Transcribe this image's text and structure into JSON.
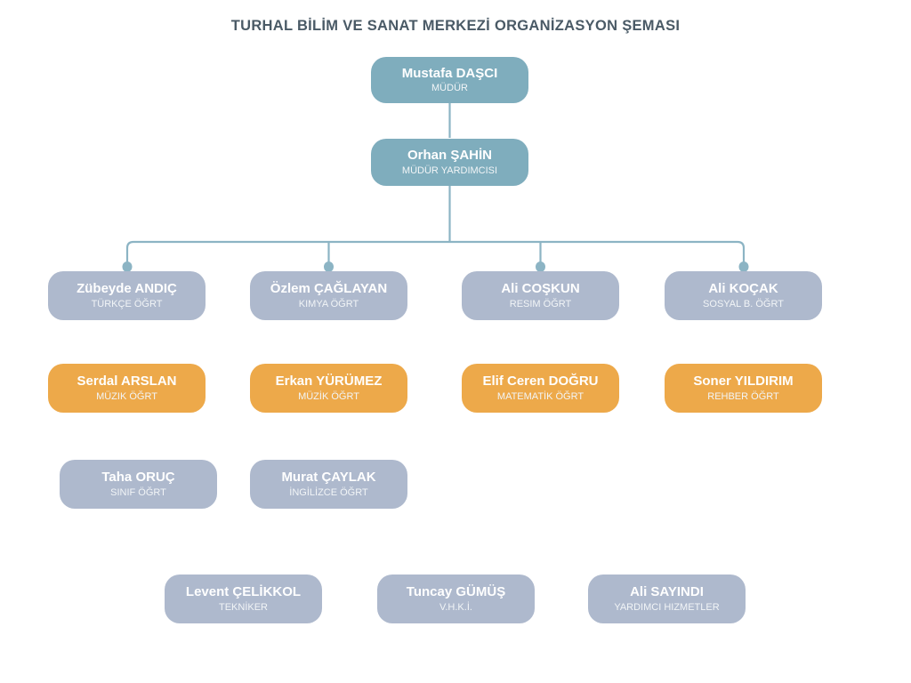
{
  "header": {
    "title": "TURHAL BİLİM VE SANAT MERKEZİ ORGANİZASYON ŞEMASI"
  },
  "colors": {
    "title": "#4a5a66",
    "teal": "#7fadbd",
    "gray_blue": "#aeb9cd",
    "orange": "#eda94a",
    "connector": "#8cb4c4",
    "text": "#ffffff"
  },
  "chart_data": {
    "type": "diagram",
    "title": "TURHAL BİLİM VE SANAT MERKEZİ ORGANİZASYON ŞEMASI",
    "levels": [
      {
        "level": 0,
        "color": "teal",
        "nodes": [
          {
            "name": "Mustafa DAŞCI",
            "role": "MÜDÜR"
          }
        ]
      },
      {
        "level": 1,
        "color": "teal",
        "nodes": [
          {
            "name": "Orhan ŞAHİN",
            "role": "MÜDÜR YARDIMCISI"
          }
        ]
      },
      {
        "level": 2,
        "color": "gray_blue",
        "nodes": [
          {
            "name": "Zübeyde ANDIÇ",
            "role": "TÜRKÇE ÖĞRT"
          },
          {
            "name": "Özlem ÇAĞLAYAN",
            "role": "KIMYA ÖĞRT"
          },
          {
            "name": "Ali COŞKUN",
            "role": "RESIM ÖĞRT"
          },
          {
            "name": "Ali KOÇAK",
            "role": "SOSYAL B. ÖĞRT"
          }
        ]
      },
      {
        "level": 3,
        "color": "orange",
        "nodes": [
          {
            "name": "Serdal ARSLAN",
            "role": "MÜZIK ÖĞRT"
          },
          {
            "name": "Erkan YÜRÜMEZ",
            "role": "MÜZİK ÖĞRT"
          },
          {
            "name": "Elif Ceren DOĞRU",
            "role": "MATEMATİK ÖĞRT"
          },
          {
            "name": "Soner YILDIRIM",
            "role": "REHBER ÖĞRT"
          }
        ]
      },
      {
        "level": 4,
        "color": "gray_blue",
        "nodes": [
          {
            "name": "Taha ORUÇ",
            "role": "SINIF ÖĞRT"
          },
          {
            "name": "Murat ÇAYLAK",
            "role": "İNGİLİZCE ÖĞRT"
          }
        ]
      },
      {
        "level": 5,
        "color": "gray_blue",
        "nodes": [
          {
            "name": "Levent ÇELİKKOL",
            "role": "TEKNİKER"
          },
          {
            "name": "Tuncay GÜMÜŞ",
            "role": "V.H.K.İ."
          },
          {
            "name": "Ali SAYINDI",
            "role": "YARDIMCI HIZMETLER"
          }
        ]
      }
    ]
  }
}
